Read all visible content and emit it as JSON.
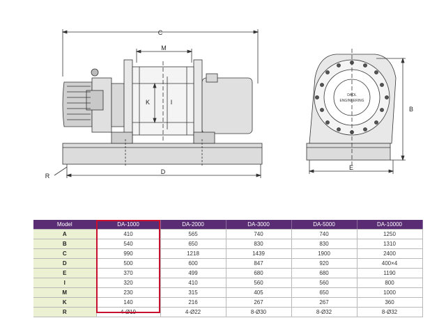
{
  "drawing": {
    "labels": {
      "c": "C",
      "m": "M",
      "k": "K",
      "i": "I",
      "r": "R",
      "d": "D",
      "b": "B",
      "e": "E"
    },
    "logo": {
      "line1": "DAOL",
      "line2": "ENGINEERING"
    }
  },
  "table": {
    "headers": [
      "Model",
      "DA-1000",
      "DA-2000",
      "DA-3000",
      "DA-5000",
      "DA-10000"
    ],
    "rows": [
      {
        "label": "A",
        "values": [
          "410",
          "565",
          "740",
          "740",
          "1250"
        ]
      },
      {
        "label": "B",
        "values": [
          "540",
          "650",
          "830",
          "830",
          "1310"
        ]
      },
      {
        "label": "C",
        "values": [
          "990",
          "1218",
          "1439",
          "1900",
          "2400"
        ]
      },
      {
        "label": "D",
        "values": [
          "500",
          "600",
          "847",
          "920",
          "400×4"
        ]
      },
      {
        "label": "E",
        "values": [
          "370",
          "499",
          "680",
          "680",
          "1190"
        ]
      },
      {
        "label": "I",
        "values": [
          "320",
          "410",
          "560",
          "560",
          "800"
        ]
      },
      {
        "label": "M",
        "values": [
          "230",
          "315",
          "405",
          "650",
          "1000"
        ]
      },
      {
        "label": "K",
        "values": [
          "140",
          "216",
          "267",
          "267",
          "360"
        ]
      },
      {
        "label": "R",
        "values": [
          "4-Ø19",
          "4-Ø22",
          "8-Ø30",
          "8-Ø32",
          "8-Ø32"
        ]
      }
    ],
    "highlight_color": "#c8102e",
    "header_color": "#5a2c73",
    "label_color": "#ebf1d2"
  }
}
